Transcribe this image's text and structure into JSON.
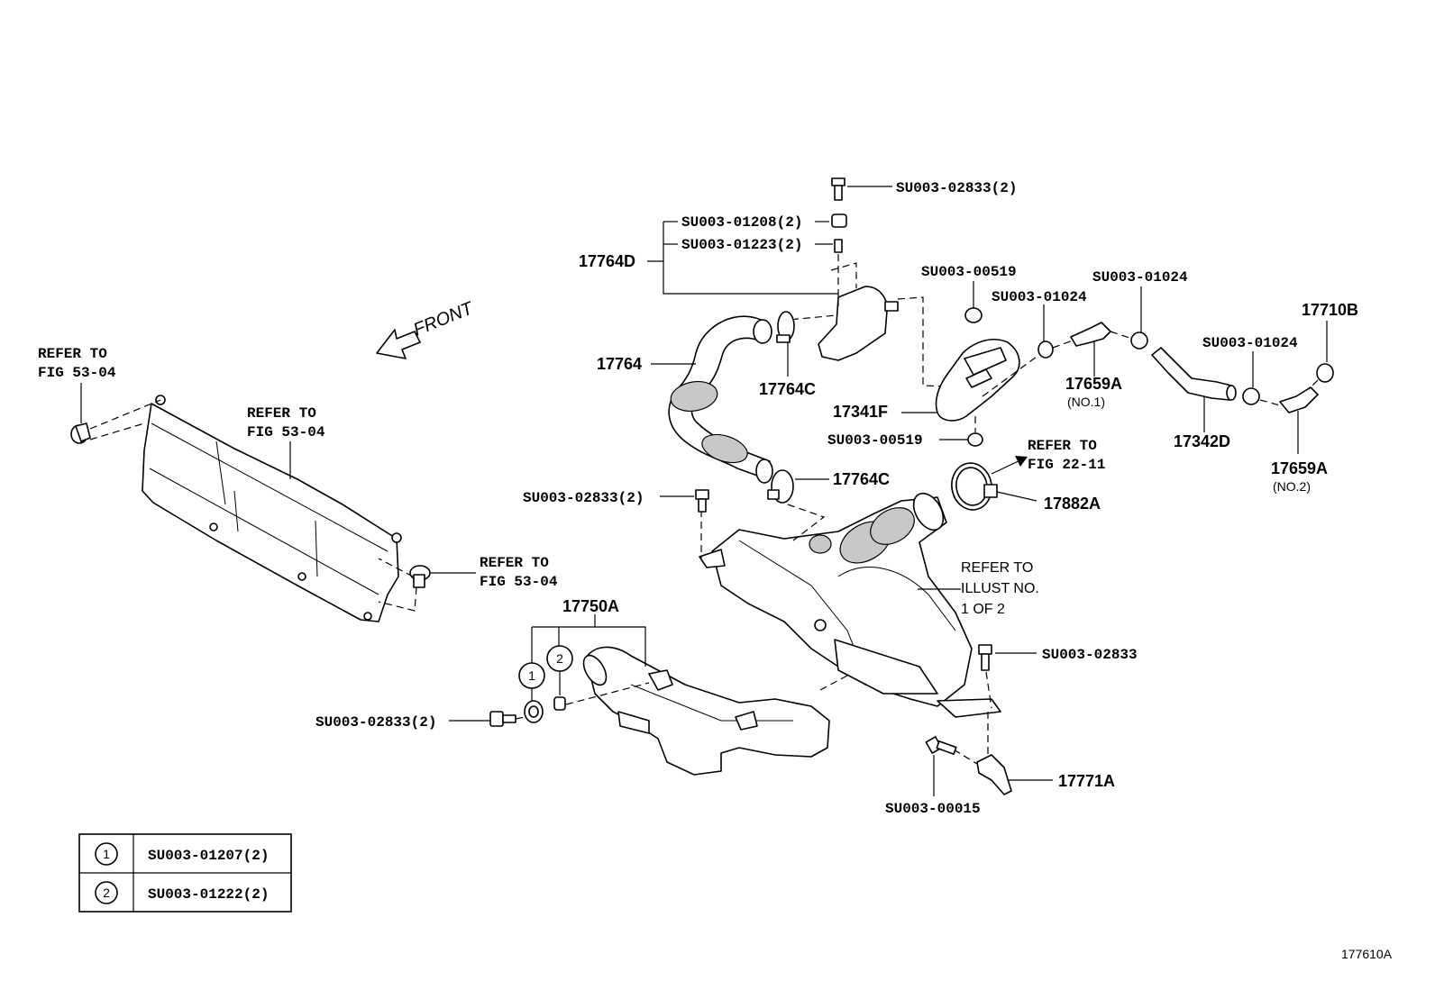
{
  "front_label": "FRONT",
  "labels": {
    "l_17764D": "17764D",
    "l_su_02833_top": "SU003-02833(2)",
    "l_su_01208": "SU003-01208(2)",
    "l_su_01223": "SU003-01223(2)",
    "l_17764": "17764",
    "l_17764C_top": "17764C",
    "l_17764C_mid": "17764C",
    "l_su_00519_top": "SU003-00519",
    "l_su_01024_a": "SU003-01024",
    "l_su_01024_b": "SU003-01024",
    "l_su_01024_c": "SU003-01024",
    "l_17659A_1": "17659A",
    "l_no1": "(NO.1)",
    "l_17710B": "17710B",
    "l_17341F": "17341F",
    "l_su_00519_bot": "SU003-00519",
    "l_17342D": "17342D",
    "l_17659A_2": "17659A",
    "l_no2": "(NO.2)",
    "l_su_02833_left": "SU003-02833(2)",
    "l_17882A": "17882A",
    "l_refer_fig22_a": "REFER TO",
    "l_refer_fig22_b": "FIG 22-11",
    "l_refer_illust_a": "REFER TO",
    "l_refer_illust_b": "ILLUST NO.",
    "l_refer_illust_c": "1 OF 2",
    "l_su_02833_right": "SU003-02833",
    "l_17750A": "17750A",
    "l_su_02833_bottom": "SU003-02833(2)",
    "l_17771A": "17771A",
    "l_su_00015": "SU003-00015",
    "l_refer_tl_a": "REFER TO",
    "l_refer_tl_b": "FIG 53-04",
    "l_refer_mid_a": "REFER TO",
    "l_refer_mid_b": "FIG 53-04",
    "l_refer_right_a": "REFER TO",
    "l_refer_right_b": "FIG 53-04",
    "callout_1": "1",
    "callout_2": "2"
  },
  "legend": [
    {
      "num": "1",
      "part": "SU003-01207(2)"
    },
    {
      "num": "2",
      "part": "SU003-01222(2)"
    }
  ],
  "figure_code": "177610A"
}
